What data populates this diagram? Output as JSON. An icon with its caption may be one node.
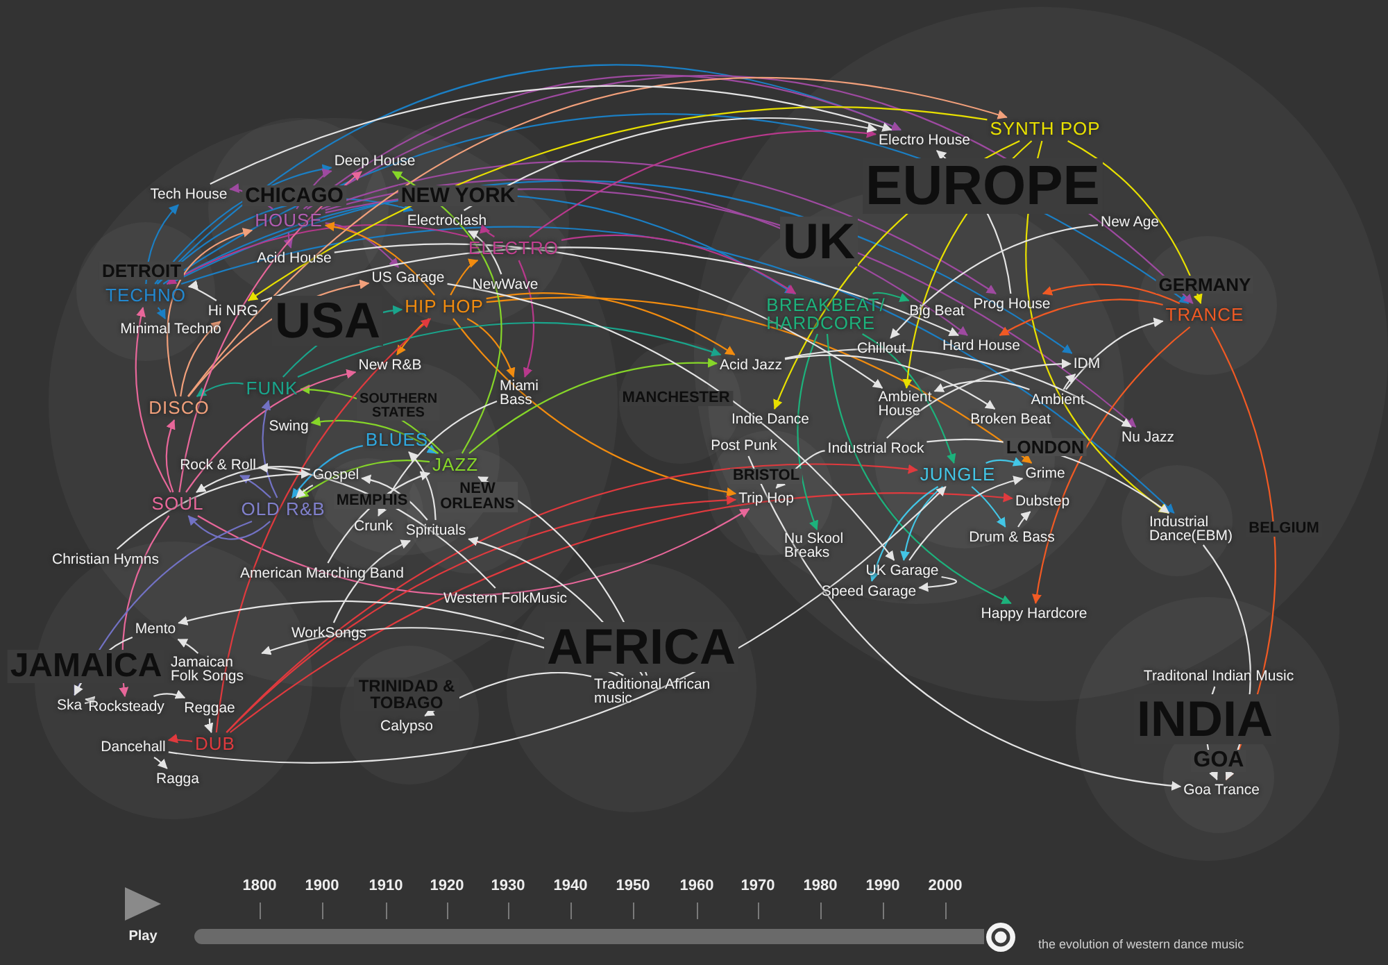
{
  "diagram": {
    "caption": "the evolution of western dance music",
    "nodes": [
      {
        "text": [
          "SYNTH POP"
        ]
      },
      {
        "text": [
          "Electro House"
        ]
      },
      {
        "text": [
          "Deep House"
        ]
      },
      {
        "text": [
          "Tech House"
        ]
      },
      {
        "text": [
          "HOUSE"
        ]
      },
      {
        "text": [
          "Electroclash"
        ]
      },
      {
        "text": [
          "New Age"
        ]
      },
      {
        "text": [
          "ELECTRO"
        ]
      },
      {
        "text": [
          "Acid House"
        ]
      },
      {
        "text": [
          "US Garage"
        ]
      },
      {
        "text": [
          "NewWave"
        ]
      },
      {
        "text": [
          "TECHNO"
        ]
      },
      {
        "text": [
          "Prog House"
        ]
      },
      {
        "text": [
          "Big Beat"
        ]
      },
      {
        "text": [
          "HIP HOP"
        ]
      },
      {
        "text": [
          "Hi NRG"
        ]
      },
      {
        "text": [
          "BREAKBEAT/ HARDCORE"
        ]
      },
      {
        "text": [
          "TRANCE"
        ]
      },
      {
        "text": [
          "Minimal Techno"
        ]
      },
      {
        "text": [
          "Chillout"
        ]
      },
      {
        "text": [
          "Hard House"
        ]
      },
      {
        "text": [
          "IDM"
        ]
      },
      {
        "text": [
          "Acid Jazz"
        ]
      },
      {
        "text": [
          "New R&B"
        ]
      },
      {
        "text": [
          "FUNK"
        ]
      },
      {
        "text": [
          "Miami Bass"
        ]
      },
      {
        "text": [
          "Ambient"
        ]
      },
      {
        "text": [
          "Ambient House"
        ]
      },
      {
        "text": [
          "DISCO"
        ]
      },
      {
        "text": [
          "Indie Dance"
        ]
      },
      {
        "text": [
          "Broken Beat"
        ]
      },
      {
        "text": [
          "Swing"
        ]
      },
      {
        "text": [
          "Nu Jazz"
        ]
      },
      {
        "text": [
          "BLUES"
        ]
      },
      {
        "text": [
          "Post Punk"
        ]
      },
      {
        "text": [
          "Industrial Rock"
        ]
      },
      {
        "text": [
          "Rock & Roll"
        ]
      },
      {
        "text": [
          "JAZZ"
        ]
      },
      {
        "text": [
          "Grime"
        ]
      },
      {
        "text": [
          "Gospel"
        ]
      },
      {
        "text": [
          "JUNGLE"
        ]
      },
      {
        "text": [
          "Trip Hop"
        ]
      },
      {
        "text": [
          "Dubstep"
        ]
      },
      {
        "text": [
          "SOUL"
        ]
      },
      {
        "text": [
          "OLD R&B"
        ]
      },
      {
        "text": [
          "Crunk"
        ]
      },
      {
        "text": [
          "Spirituals"
        ]
      },
      {
        "text": [
          "Industrial Dance(EBM)"
        ]
      },
      {
        "text": [
          "Drum & Bass"
        ]
      },
      {
        "text": [
          "Nu Skool Breaks"
        ]
      },
      {
        "text": [
          "Christian Hymns"
        ]
      },
      {
        "text": [
          "UK Garage"
        ]
      },
      {
        "text": [
          "American Marching Band"
        ]
      },
      {
        "text": [
          "Speed Garage"
        ]
      },
      {
        "text": [
          "Western FolkMusic"
        ]
      },
      {
        "text": [
          "Happy Hardcore"
        ]
      },
      {
        "text": [
          "Mento"
        ]
      },
      {
        "text": [
          "WorkSongs"
        ]
      },
      {
        "text": [
          "Jamaican Folk Songs"
        ]
      },
      {
        "text": [
          "Traditonal Indian Music"
        ]
      },
      {
        "text": [
          "Traditional African music"
        ]
      },
      {
        "text": [
          "Ska"
        ]
      },
      {
        "text": [
          "Rocksteady"
        ]
      },
      {
        "text": [
          "Reggae"
        ]
      },
      {
        "text": [
          "Calypso"
        ]
      },
      {
        "text": [
          "DUB"
        ]
      },
      {
        "text": [
          "Dancehall"
        ]
      },
      {
        "text": [
          "Ragga"
        ]
      },
      {
        "text": [
          "Goa Trance"
        ]
      }
    ],
    "edges": [
      {
        "from": 11,
        "to": 3,
        "arrow": "to",
        "color": "#1b7fc4"
      },
      {
        "from": 11,
        "to": 18,
        "arrow": "to",
        "color": "#1b7fc4"
      },
      {
        "from": 11,
        "to": 2,
        "arrow": "to",
        "color": "#1b7fc4"
      },
      {
        "from": 11,
        "to": 1,
        "arrow": "to",
        "color": "#1b7fc4"
      },
      {
        "from": 11,
        "to": 16,
        "arrow": "to",
        "color": "#1b7fc4"
      },
      {
        "from": 11,
        "to": 21,
        "arrow": "to",
        "color": "#1b7fc4"
      },
      {
        "from": 11,
        "to": 17,
        "arrow": "to",
        "color": "#1b7fc4"
      },
      {
        "from": 11,
        "to": 47,
        "arrow": "to",
        "color": "#1b7fc4"
      },
      {
        "from": 11,
        "to": 5,
        "arrow": "to",
        "color": "#1b7fc4"
      },
      {
        "from": 4,
        "to": 2,
        "arrow": "to",
        "color": "#9e4aa0"
      },
      {
        "from": 4,
        "to": 8,
        "arrow": "to",
        "color": "#9e4aa0"
      },
      {
        "from": 4,
        "to": 3,
        "arrow": "to",
        "color": "#9e4aa0"
      },
      {
        "from": 4,
        "to": 9,
        "arrow": "to",
        "color": "#9e4aa0"
      },
      {
        "from": 4,
        "to": 1,
        "arrow": "to",
        "color": "#9e4aa0"
      },
      {
        "from": 4,
        "to": 12,
        "arrow": "to",
        "color": "#9e4aa0"
      },
      {
        "from": 4,
        "to": 20,
        "arrow": "to",
        "color": "#9e4aa0"
      },
      {
        "from": 4,
        "to": 32,
        "arrow": "to",
        "color": "#9e4aa0"
      },
      {
        "from": 4,
        "to": 17,
        "arrow": "to",
        "color": "#9e4aa0"
      },
      {
        "from": 7,
        "to": 5,
        "arrow": "to",
        "color": "#b8398c"
      },
      {
        "from": 7,
        "to": 25,
        "arrow": "to",
        "color": "#b8398c"
      },
      {
        "from": 7,
        "to": 16,
        "arrow": "to",
        "color": "#b8398c"
      },
      {
        "from": 7,
        "to": 11,
        "arrow": "to",
        "color": "#b8398c"
      },
      {
        "from": 7,
        "to": 1,
        "arrow": "to",
        "color": "#b8398c"
      },
      {
        "from": 14,
        "to": 23,
        "arrow": "to",
        "color": "#f28c0f"
      },
      {
        "from": 14,
        "to": 4,
        "arrow": "to",
        "color": "#f28c0f"
      },
      {
        "from": 14,
        "to": 7,
        "arrow": "to",
        "color": "#f28c0f"
      },
      {
        "from": 14,
        "to": 22,
        "arrow": "to",
        "color": "#f28c0f"
      },
      {
        "from": 14,
        "to": 41,
        "arrow": "to",
        "color": "#f28c0f"
      },
      {
        "from": 14,
        "to": 38,
        "arrow": "to",
        "color": "#f28c0f"
      },
      {
        "from": 14,
        "to": 25,
        "arrow": "to",
        "color": "#f28c0f"
      },
      {
        "from": 28,
        "to": 4,
        "arrow": "to",
        "color": "#f2a07b"
      },
      {
        "from": 28,
        "to": 15,
        "arrow": "to",
        "color": "#f2a07b"
      },
      {
        "from": 28,
        "to": 0,
        "arrow": "to",
        "color": "#f2a07b"
      },
      {
        "from": 28,
        "to": 9,
        "arrow": "to",
        "color": "#f2a07b"
      },
      {
        "from": 24,
        "to": 28,
        "arrow": "to",
        "color": "#1aa58c"
      },
      {
        "from": 24,
        "to": 14,
        "arrow": "to",
        "color": "#1aa58c"
      },
      {
        "from": 24,
        "to": 22,
        "arrow": "to",
        "color": "#1aa58c"
      },
      {
        "from": 33,
        "to": 44,
        "arrow": "to",
        "color": "#2fa9e0"
      },
      {
        "from": 33,
        "to": 37,
        "arrow": "to",
        "color": "#2fa9e0"
      },
      {
        "from": 37,
        "to": 31,
        "arrow": "to",
        "color": "#86d629"
      },
      {
        "from": 37,
        "to": 24,
        "arrow": "to",
        "color": "#86d629"
      },
      {
        "from": 37,
        "to": 44,
        "arrow": "to",
        "color": "#86d629"
      },
      {
        "from": 37,
        "to": 22,
        "arrow": "to",
        "color": "#86d629"
      },
      {
        "from": 37,
        "to": 2,
        "arrow": "to",
        "color": "#86d629"
      },
      {
        "from": 43,
        "to": 11,
        "arrow": "to",
        "color": "#e8679a"
      },
      {
        "from": 43,
        "to": 28,
        "arrow": "to",
        "color": "#e8679a"
      },
      {
        "from": 43,
        "to": 23,
        "arrow": "to",
        "color": "#e8679a"
      },
      {
        "from": 43,
        "to": 62,
        "arrow": "to",
        "color": "#e8679a"
      },
      {
        "from": 43,
        "to": 41,
        "arrow": "to",
        "color": "#e8679a"
      },
      {
        "from": 43,
        "to": 2,
        "arrow": "to",
        "color": "#e8679a"
      },
      {
        "from": 44,
        "to": 36,
        "arrow": "to",
        "color": "#7272c4"
      },
      {
        "from": 44,
        "to": 43,
        "arrow": "to",
        "color": "#7272c4"
      },
      {
        "from": 44,
        "to": 61,
        "arrow": "to",
        "color": "#7272c4"
      },
      {
        "from": 44,
        "to": 24,
        "arrow": "to",
        "color": "#7272c4"
      },
      {
        "from": 65,
        "to": 66,
        "arrow": "to",
        "color": "#e03a3e"
      },
      {
        "from": 65,
        "to": 40,
        "arrow": "to",
        "color": "#e03a3e"
      },
      {
        "from": 65,
        "to": 42,
        "arrow": "to",
        "color": "#e03a3e"
      },
      {
        "from": 65,
        "to": 41,
        "arrow": "to",
        "color": "#e03a3e"
      },
      {
        "from": 65,
        "to": 14,
        "arrow": "to",
        "color": "#e03a3e"
      },
      {
        "from": 16,
        "to": 13,
        "arrow": "to",
        "color": "#1db27c"
      },
      {
        "from": 16,
        "to": 49,
        "arrow": "to",
        "color": "#1db27c"
      },
      {
        "from": 16,
        "to": 40,
        "arrow": "to",
        "color": "#1db27c"
      },
      {
        "from": 16,
        "to": 55,
        "arrow": "to",
        "color": "#1db27c"
      },
      {
        "from": 40,
        "to": 48,
        "arrow": "to",
        "color": "#43c6e6"
      },
      {
        "from": 40,
        "to": 51,
        "arrow": "to",
        "color": "#43c6e6"
      },
      {
        "from": 40,
        "to": 53,
        "arrow": "to",
        "color": "#43c6e6"
      },
      {
        "from": 40,
        "to": 38,
        "arrow": "to",
        "color": "#43c6e6"
      },
      {
        "from": 0,
        "to": 17,
        "arrow": "to",
        "color": "#e8e000"
      },
      {
        "from": 0,
        "to": 47,
        "arrow": "to",
        "color": "#e8e000"
      },
      {
        "from": 0,
        "to": 15,
        "arrow": "to",
        "color": "#e8e000"
      },
      {
        "from": 0,
        "to": 29,
        "arrow": "to",
        "color": "#e8e000"
      },
      {
        "from": 0,
        "to": 27,
        "arrow": "to",
        "color": "#e8e000"
      },
      {
        "from": 17,
        "to": 12,
        "arrow": "to",
        "color": "#f15a24"
      },
      {
        "from": 17,
        "to": 20,
        "arrow": "to",
        "color": "#f15a24"
      },
      {
        "from": 17,
        "to": 55,
        "arrow": "to",
        "color": "#f15a24"
      },
      {
        "from": 17,
        "to": 68,
        "arrow": "to",
        "color": "#f15a24"
      },
      {
        "from": 39,
        "to": 43,
        "arrow": "to"
      },
      {
        "from": 39,
        "to": 44,
        "arrow": "to"
      },
      {
        "from": 50,
        "to": 39,
        "arrow": "to"
      },
      {
        "from": 46,
        "to": 39,
        "arrow": "to"
      },
      {
        "from": 46,
        "to": 33,
        "arrow": "to"
      },
      {
        "from": 25,
        "to": 45,
        "arrow": "to"
      },
      {
        "from": 52,
        "to": 37,
        "arrow": "to"
      },
      {
        "from": 57,
        "to": 46,
        "arrow": "to"
      },
      {
        "from": 54,
        "to": 36,
        "arrow": "to"
      },
      {
        "from": 60,
        "to": 46,
        "arrow": "to"
      },
      {
        "from": 60,
        "to": 56,
        "arrow": "to"
      },
      {
        "from": 60,
        "to": 58,
        "arrow": "to"
      },
      {
        "from": 60,
        "to": 64,
        "arrow": "to"
      },
      {
        "from": 60,
        "to": 37,
        "arrow": "to"
      },
      {
        "from": 58,
        "to": 56,
        "arrow": "to"
      },
      {
        "from": 56,
        "to": 61,
        "arrow": "to"
      },
      {
        "from": 61,
        "to": 62,
        "arrow": "to"
      },
      {
        "from": 62,
        "to": 63,
        "arrow": "to"
      },
      {
        "from": 63,
        "to": 65,
        "arrow": "to"
      },
      {
        "from": 66,
        "to": 67,
        "arrow": "to"
      },
      {
        "from": 66,
        "to": 40,
        "arrow": "to"
      },
      {
        "from": 34,
        "to": 68,
        "arrow": "to"
      },
      {
        "from": 35,
        "to": 47,
        "arrow": "to"
      },
      {
        "from": 35,
        "to": 41,
        "arrow": "to"
      },
      {
        "from": 35,
        "to": 21,
        "arrow": "to"
      },
      {
        "from": 26,
        "to": 21,
        "arrow": "to"
      },
      {
        "from": 26,
        "to": 17,
        "arrow": "to"
      },
      {
        "from": 26,
        "to": 27,
        "arrow": "to"
      },
      {
        "from": 6,
        "to": 19,
        "arrow": "to"
      },
      {
        "from": 22,
        "to": 32,
        "arrow": "to"
      },
      {
        "from": 22,
        "to": 30,
        "arrow": "to"
      },
      {
        "from": 12,
        "to": 1,
        "arrow": "to"
      },
      {
        "from": 15,
        "to": 11,
        "arrow": "to"
      },
      {
        "from": 15,
        "to": 20,
        "arrow": "to"
      },
      {
        "from": 8,
        "to": 27,
        "arrow": "to"
      },
      {
        "from": 10,
        "to": 5,
        "arrow": "to"
      },
      {
        "from": 5,
        "to": 1,
        "arrow": "to"
      },
      {
        "from": 3,
        "to": 1,
        "arrow": "to"
      },
      {
        "from": 9,
        "to": 51,
        "arrow": "to"
      },
      {
        "from": 51,
        "to": 53,
        "arrow": "to"
      },
      {
        "from": 51,
        "to": 38,
        "arrow": "to"
      },
      {
        "from": 48,
        "to": 42,
        "arrow": "to"
      },
      {
        "from": 59,
        "to": 68,
        "arrow": "to"
      },
      {
        "from": 47,
        "to": 68,
        "arrow": "to"
      }
    ],
    "labels": [
      "CHICAGO",
      "NEW YORK",
      "EUROPE",
      "UK",
      "DETROIT",
      "GERMANY",
      "USA",
      "SOUTHERN STATES",
      "MANCHESTER",
      "LONDON",
      "MEMPHIS",
      "NEW ORLEANS",
      "BRISTOL",
      "BELGIUM",
      "JAMAICA",
      "TRINIDAD & TOBAGO",
      "AFRICA",
      "INDIA",
      "GOA",
      "Play",
      "1800",
      "1900",
      "1910",
      "1920",
      "1930",
      "1940",
      "1950",
      "1960",
      "1970",
      "1980",
      "1990",
      "2000"
    ]
  }
}
